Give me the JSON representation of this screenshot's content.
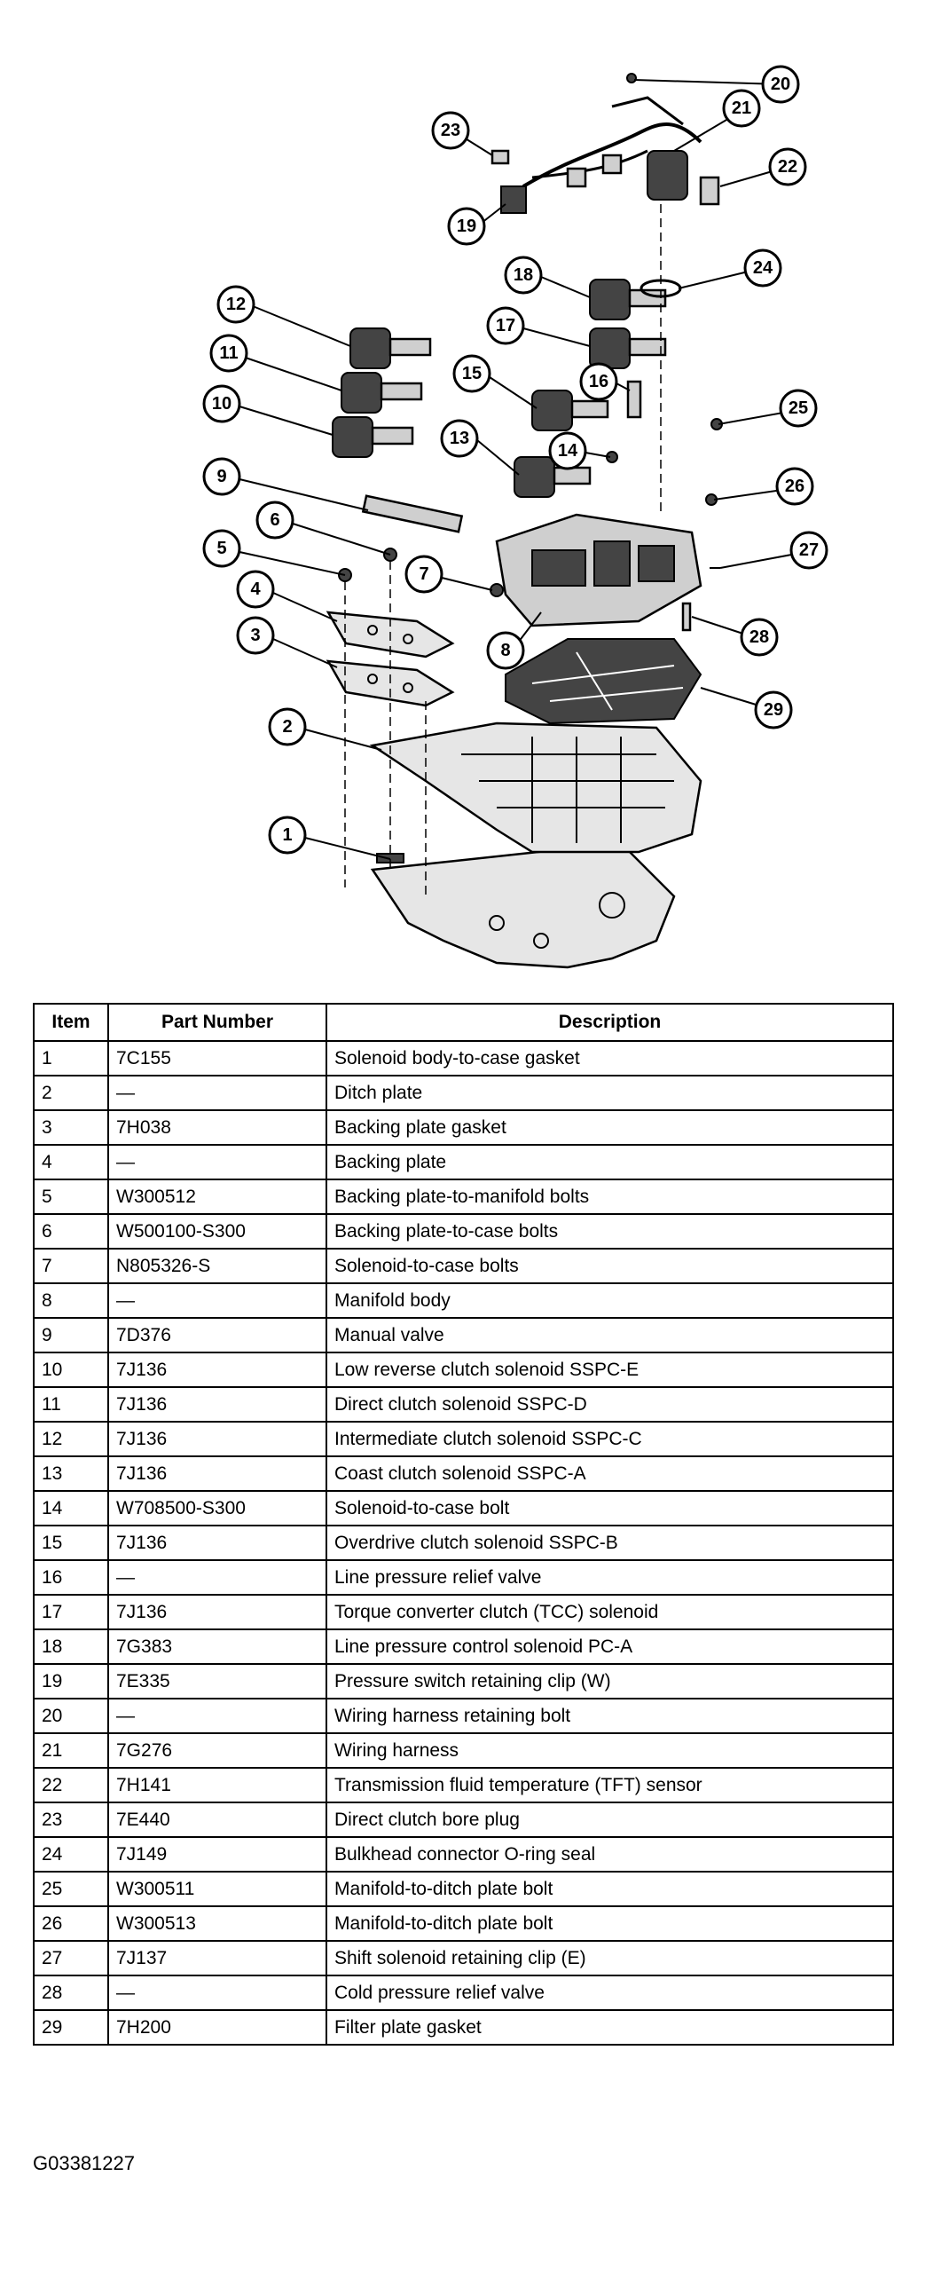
{
  "table": {
    "headers": [
      "Item",
      "Part Number",
      "Description"
    ],
    "rows": [
      [
        "1",
        "7C155",
        "Solenoid body-to-case gasket"
      ],
      [
        "2",
        "—",
        "Ditch plate"
      ],
      [
        "3",
        "7H038",
        "Backing plate gasket"
      ],
      [
        "4",
        "—",
        "Backing plate"
      ],
      [
        "5",
        "W300512",
        "Backing plate-to-manifold bolts"
      ],
      [
        "6",
        "W500100-S300",
        "Backing plate-to-case bolts"
      ],
      [
        "7",
        "N805326-S",
        "Solenoid-to-case bolts"
      ],
      [
        "8",
        "—",
        "Manifold body"
      ],
      [
        "9",
        "7D376",
        "Manual valve"
      ],
      [
        "10",
        "7J136",
        "Low reverse clutch solenoid SSPC-E"
      ],
      [
        "11",
        "7J136",
        "Direct clutch solenoid SSPC-D"
      ],
      [
        "12",
        "7J136",
        "Intermediate clutch solenoid SSPC-C"
      ],
      [
        "13",
        "7J136",
        "Coast clutch solenoid SSPC-A"
      ],
      [
        "14",
        "W708500-S300",
        "Solenoid-to-case bolt"
      ],
      [
        "15",
        "7J136",
        "Overdrive clutch solenoid SSPC-B"
      ],
      [
        "16",
        "—",
        "Line pressure relief valve"
      ],
      [
        "17",
        "7J136",
        "Torque converter clutch (TCC) solenoid"
      ],
      [
        "18",
        "7G383",
        "Line pressure control solenoid PC-A"
      ],
      [
        "19",
        "7E335",
        "Pressure switch retaining clip (W)"
      ],
      [
        "20",
        "—",
        "Wiring harness retaining bolt"
      ],
      [
        "21",
        "7G276",
        "Wiring harness"
      ],
      [
        "22",
        "7H141",
        "Transmission fluid temperature (TFT) sensor"
      ],
      [
        "23",
        "7E440",
        "Direct clutch bore plug"
      ],
      [
        "24",
        "7J149",
        "Bulkhead connector O-ring seal"
      ],
      [
        "25",
        "W300511",
        "Manifold-to-ditch plate bolt"
      ],
      [
        "26",
        "W300513",
        "Manifold-to-ditch plate bolt"
      ],
      [
        "27",
        "7J137",
        "Shift solenoid retaining clip (E)"
      ],
      [
        "28",
        "—",
        "Cold pressure relief valve"
      ],
      [
        "29",
        "7H200",
        "Filter plate gasket"
      ]
    ]
  },
  "figure_id": "G03381227",
  "callouts": [
    "1",
    "2",
    "3",
    "4",
    "5",
    "6",
    "7",
    "8",
    "9",
    "10",
    "11",
    "12",
    "13",
    "14",
    "15",
    "16",
    "17",
    "18",
    "19",
    "20",
    "21",
    "22",
    "23",
    "24",
    "25",
    "26",
    "27",
    "28",
    "29"
  ]
}
